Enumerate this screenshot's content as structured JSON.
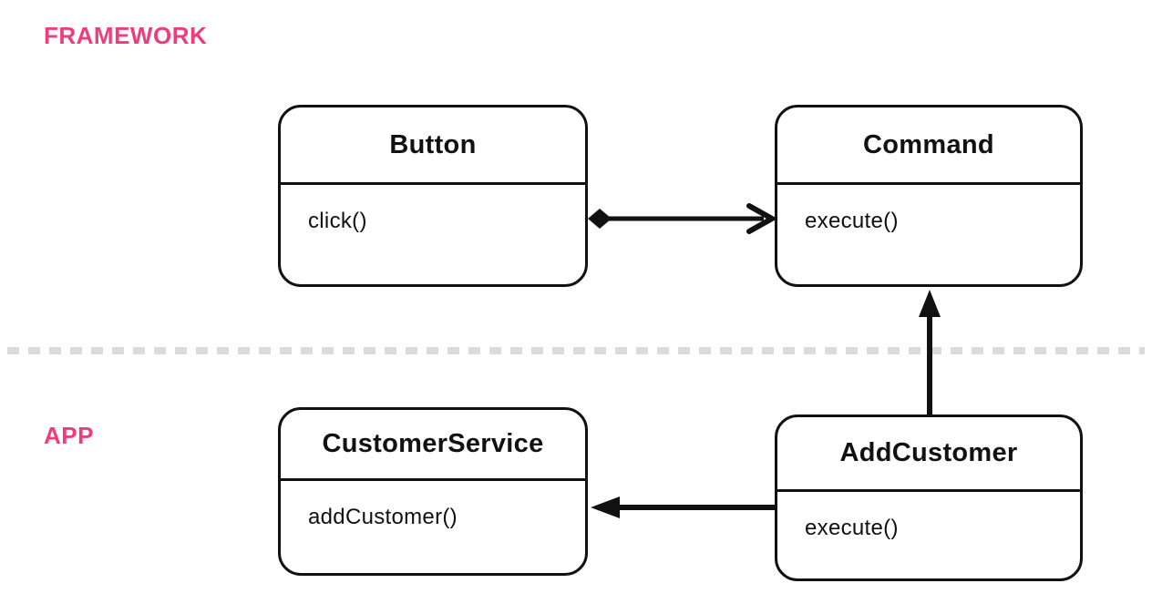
{
  "colors": {
    "accent_pink": "#ED3D7D",
    "ink": "#111111",
    "dash_gray": "#D9DBDE",
    "bg": "#FFFFFF"
  },
  "sections": {
    "framework_label": "FRAMEWORK",
    "app_label": "APP"
  },
  "nodes": [
    {
      "name": "Button",
      "section": "FRAMEWORK",
      "methods": [
        "click()"
      ]
    },
    {
      "name": "Command",
      "section": "FRAMEWORK",
      "methods": [
        "execute()"
      ]
    },
    {
      "name": "CustomerService",
      "section": "APP",
      "methods": [
        "addCustomer()"
      ]
    },
    {
      "name": "AddCustomer",
      "section": "APP",
      "methods": [
        "execute()"
      ]
    }
  ],
  "edges": [
    {
      "from": "Button",
      "to": "Command",
      "tail": "filled-diamond",
      "head": "open-arrow",
      "orientation": "horizontal"
    },
    {
      "from": "AddCustomer",
      "to": "Command",
      "tail": "none",
      "head": "filled-triangle",
      "orientation": "vertical"
    },
    {
      "from": "AddCustomer",
      "to": "CustomerService",
      "tail": "none",
      "head": "filled-triangle",
      "orientation": "horizontal"
    }
  ]
}
